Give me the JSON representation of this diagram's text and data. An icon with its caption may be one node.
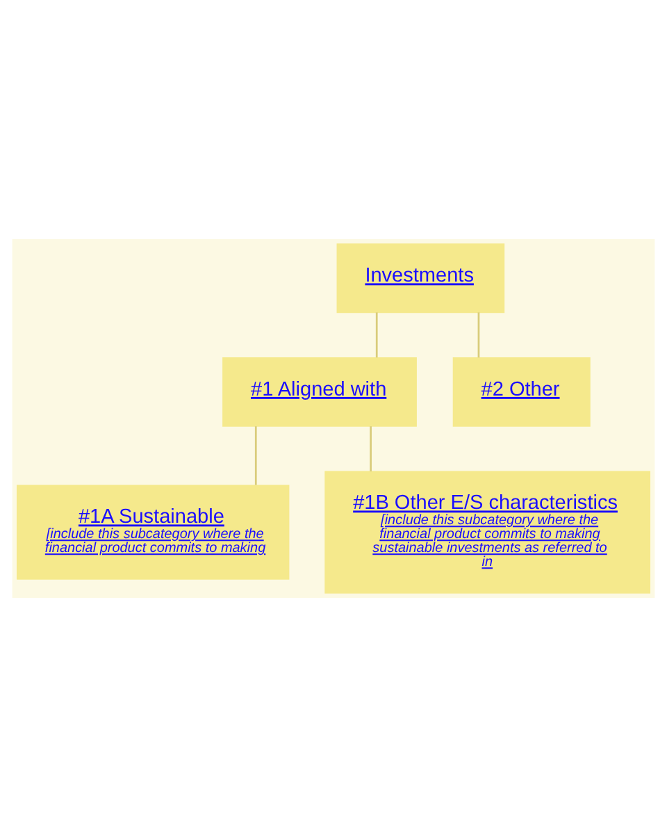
{
  "diagram": {
    "nodes": [
      {
        "text": [
          "Investments"
        ]
      },
      {
        "text": [
          "#1 Aligned with"
        ]
      },
      {
        "text": [
          "#2 Other"
        ]
      },
      {
        "text": [
          "#1A Sustainable",
          "[include this subcategory where the financial product commits to making"
        ]
      },
      {
        "text": [
          "#1B Other E/S characteristics",
          "[include this subcategory where the financial product commits to making sustainable investments as referred to in"
        ]
      }
    ],
    "edges": [
      {
        "from": 0,
        "to": 1,
        "arrow": "none"
      },
      {
        "from": 0,
        "to": 2,
        "arrow": "none"
      },
      {
        "from": 1,
        "to": 3,
        "arrow": "none"
      },
      {
        "from": 1,
        "to": 4,
        "arrow": "none"
      }
    ]
  }
}
